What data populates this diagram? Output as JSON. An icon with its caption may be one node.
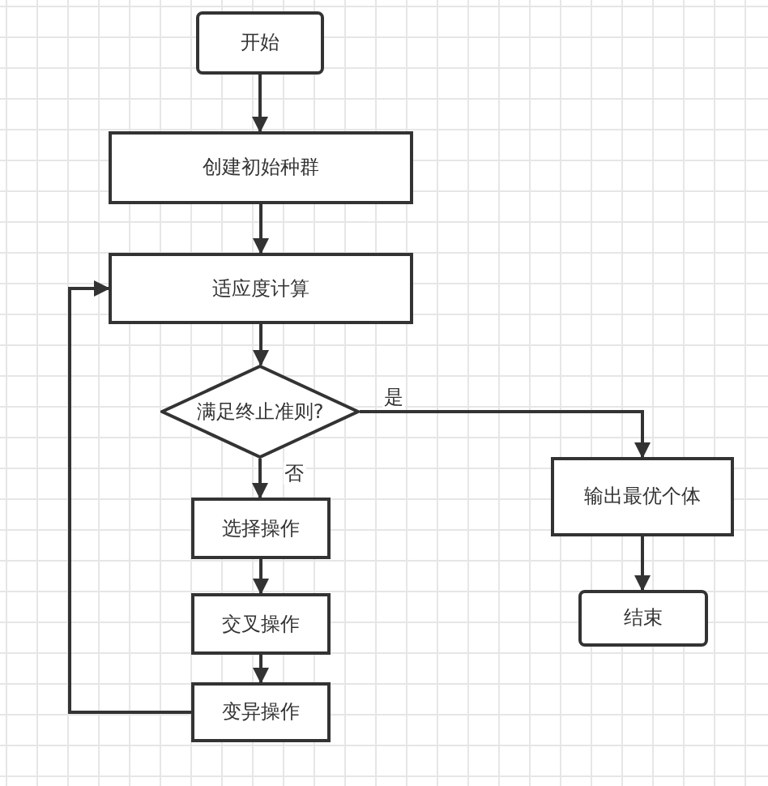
{
  "diagram": {
    "nodes": [
      {
        "text": [
          "开始"
        ]
      },
      {
        "text": [
          "创建初始种群"
        ]
      },
      {
        "text": [
          "适应度计算"
        ]
      },
      {
        "text": [
          "满足终止准则?"
        ]
      },
      {
        "text": [
          "选择操作"
        ]
      },
      {
        "text": [
          "交叉操作"
        ]
      },
      {
        "text": [
          "变异操作"
        ]
      },
      {
        "text": [
          "输出最优个体"
        ]
      },
      {
        "text": [
          "结束"
        ]
      }
    ],
    "edges": [
      {
        "from": 0,
        "to": 1,
        "arrow": "to"
      },
      {
        "from": 1,
        "to": 2,
        "arrow": "to"
      },
      {
        "from": 2,
        "to": 3,
        "arrow": "to"
      },
      {
        "from": 3,
        "to": 7,
        "arrow": "to",
        "label": "是"
      },
      {
        "from": 3,
        "to": 4,
        "arrow": "to",
        "label": "否"
      },
      {
        "from": 4,
        "to": 5,
        "arrow": "to"
      },
      {
        "from": 5,
        "to": 6,
        "arrow": "to"
      },
      {
        "from": 6,
        "to": 2,
        "arrow": "to"
      },
      {
        "from": 7,
        "to": 8,
        "arrow": "to"
      }
    ]
  }
}
